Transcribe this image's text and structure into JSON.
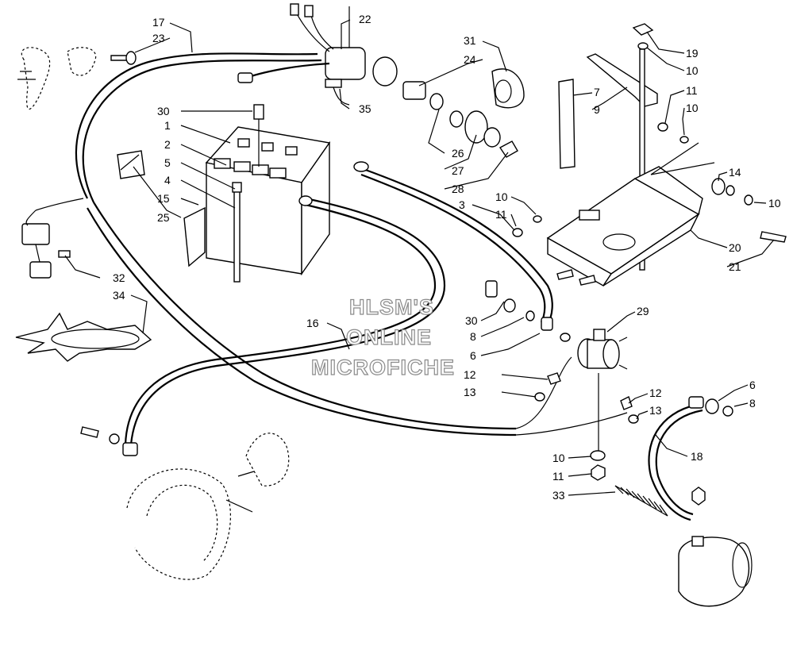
{
  "watermark": [
    "HLSM'S",
    "ONLINE",
    "MICROFICHE"
  ],
  "callouts": [
    {
      "id": "c1",
      "text": "1"
    },
    {
      "id": "c2",
      "text": "2"
    },
    {
      "id": "c3",
      "text": "3"
    },
    {
      "id": "c4",
      "text": "4"
    },
    {
      "id": "c5",
      "text": "5"
    },
    {
      "id": "c6a",
      "text": "6"
    },
    {
      "id": "c6b",
      "text": "6"
    },
    {
      "id": "c7",
      "text": "7"
    },
    {
      "id": "c8a",
      "text": "8"
    },
    {
      "id": "c8b",
      "text": "8"
    },
    {
      "id": "c9",
      "text": "9"
    },
    {
      "id": "c10a",
      "text": "10"
    },
    {
      "id": "c10b",
      "text": "10"
    },
    {
      "id": "c10c",
      "text": "10"
    },
    {
      "id": "c10d",
      "text": "10"
    },
    {
      "id": "c10e",
      "text": "10"
    },
    {
      "id": "c11a",
      "text": "11"
    },
    {
      "id": "c11b",
      "text": "11"
    },
    {
      "id": "c11c",
      "text": "11"
    },
    {
      "id": "c12a",
      "text": "12"
    },
    {
      "id": "c12b",
      "text": "12"
    },
    {
      "id": "c13a",
      "text": "13"
    },
    {
      "id": "c13b",
      "text": "13"
    },
    {
      "id": "c14",
      "text": "14"
    },
    {
      "id": "c15",
      "text": "15"
    },
    {
      "id": "c16",
      "text": "16"
    },
    {
      "id": "c17",
      "text": "17"
    },
    {
      "id": "c18",
      "text": "18"
    },
    {
      "id": "c19",
      "text": "19"
    },
    {
      "id": "c20",
      "text": "20"
    },
    {
      "id": "c21",
      "text": "21"
    },
    {
      "id": "c22",
      "text": "22"
    },
    {
      "id": "c23",
      "text": "23"
    },
    {
      "id": "c24",
      "text": "24"
    },
    {
      "id": "c25",
      "text": "25"
    },
    {
      "id": "c26",
      "text": "26"
    },
    {
      "id": "c27",
      "text": "27"
    },
    {
      "id": "c28",
      "text": "28"
    },
    {
      "id": "c29",
      "text": "29"
    },
    {
      "id": "c30a",
      "text": "30"
    },
    {
      "id": "c30b",
      "text": "30"
    },
    {
      "id": "c31",
      "text": "31"
    },
    {
      "id": "c32",
      "text": "32"
    },
    {
      "id": "c33",
      "text": "33"
    },
    {
      "id": "c34",
      "text": "34"
    },
    {
      "id": "c35",
      "text": "35"
    }
  ]
}
